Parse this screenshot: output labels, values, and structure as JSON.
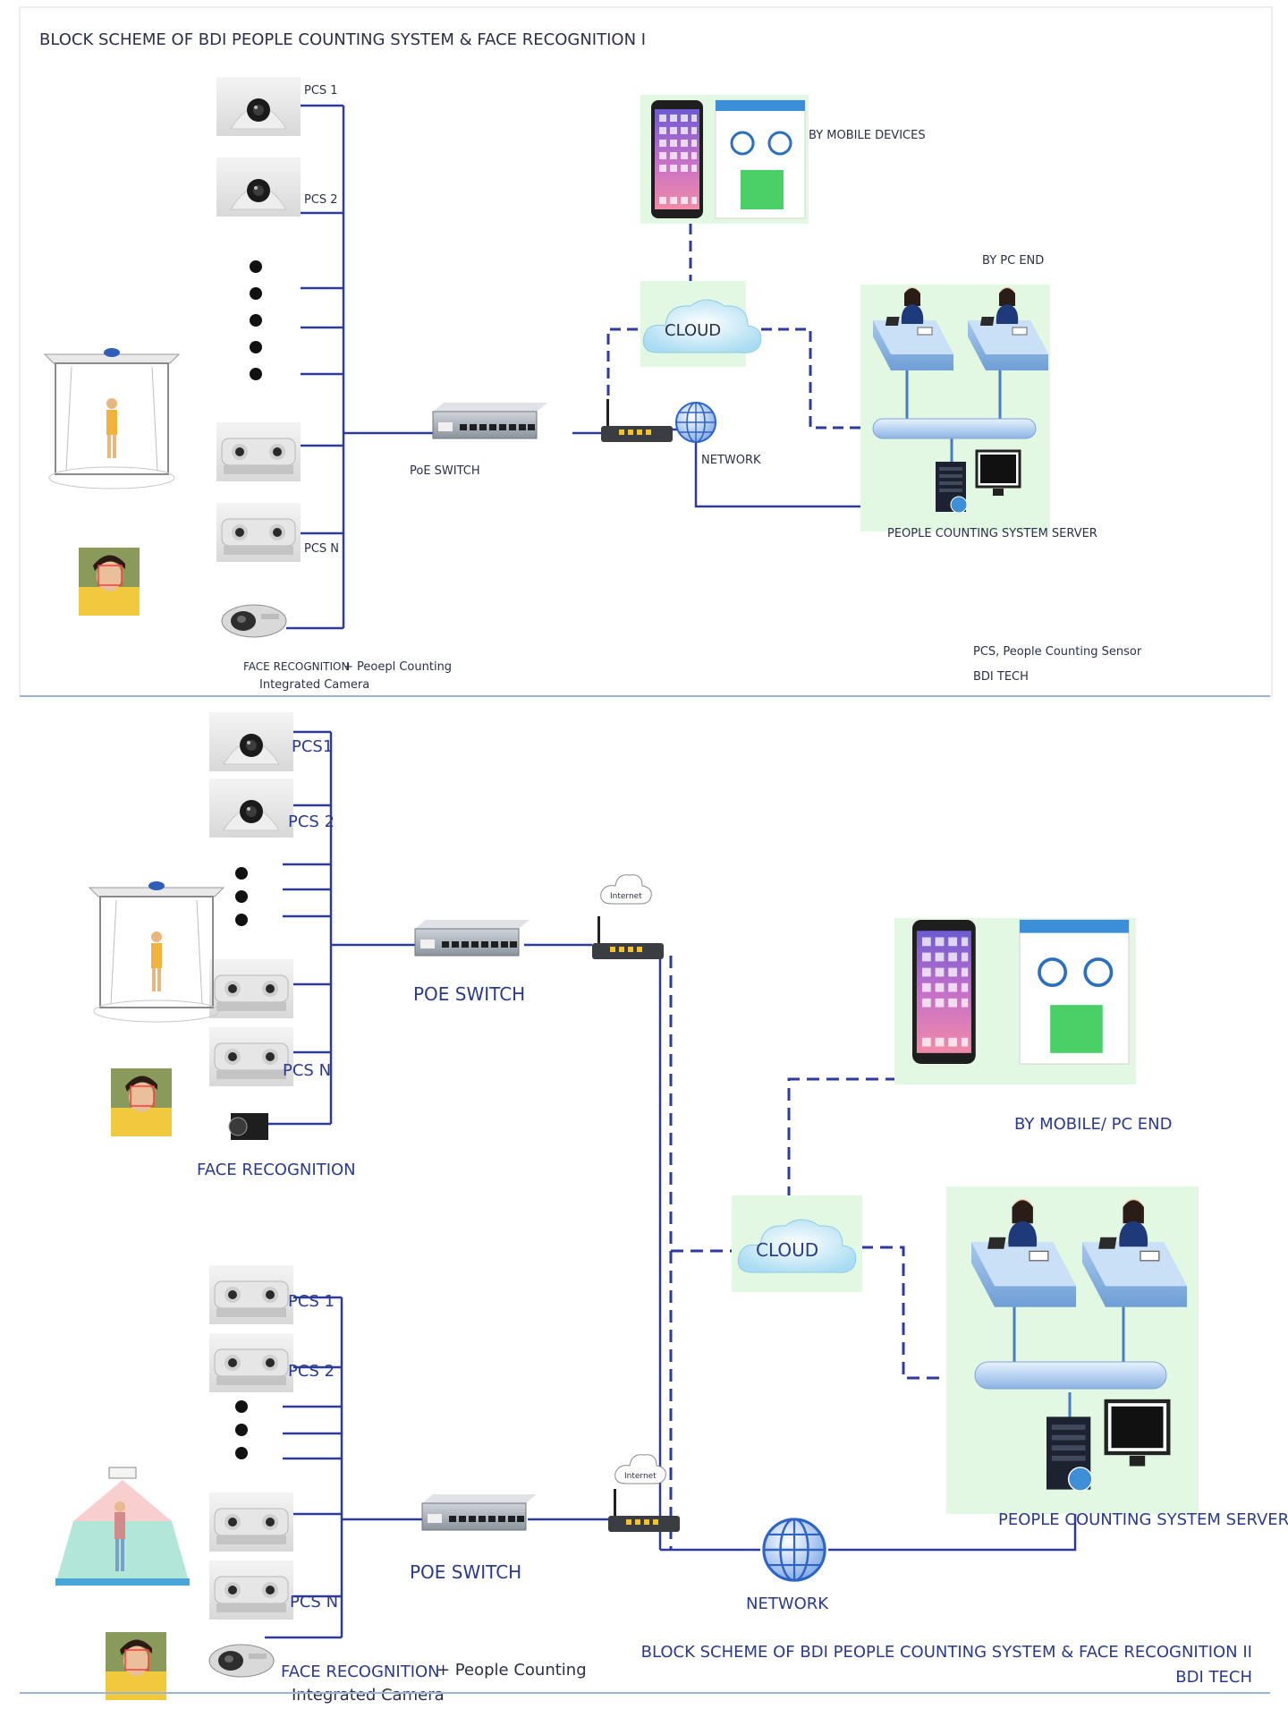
{
  "diagram1": {
    "title": "BLOCK SCHEME OF BDI PEOPLE COUNTING SYSTEM & FACE RECOGNITION I",
    "pcs_1": "PCS 1",
    "pcs_2": "PCS 2",
    "pcs_n": "PCS N",
    "poe_switch": "PoE SWITCH",
    "network": "NETWORK",
    "cloud": "CLOUD",
    "by_mobile": "BY MOBILE DEVICES",
    "by_pc": "BY PC END",
    "server": "PEOPLE COUNTING SYSTEM SERVER",
    "caption_face": "FACE RECOGNITION",
    "caption_plus": "+ Peoepl Counting",
    "caption_integrated": "Integrated Camera",
    "legend": "PCS, People Counting Sensor",
    "brand": "BDI TECH"
  },
  "diagram2": {
    "pcs1_top": "PCS1",
    "pcs2_top": "PCS 2",
    "pcsn_top": "PCS N",
    "face_recognition": "FACE RECOGNITION",
    "poe_switch_top": "POE SWITCH",
    "poe_switch_bottom": "POE SWITCH",
    "pcs1_bottom": "PCS 1",
    "pcs2_bottom": "PCS 2",
    "pcsn_bottom": "PCS N",
    "internet_top": "Internet",
    "internet_bottom": "Internet",
    "cloud": "CLOUD",
    "by_mobile_pc": "BY MOBILE/ PC END",
    "server": "PEOPLE COUNTING SYSTEM SERVER",
    "network": "NETWORK",
    "caption_face": "FACE RECOGNITION",
    "caption_plus": "+ People Counting",
    "caption_integrated": "Integrated Camera",
    "title": "BLOCK SCHEME OF BDI PEOPLE COUNTING SYSTEM & FACE RECOGNITION II",
    "brand": "BDI TECH"
  },
  "colors": {
    "line": "#2d3a9e",
    "panel": "#e3f8e3",
    "cloud": "#cdeefa",
    "text_dark": "#2b2f4a",
    "text_blue": "#2a3a8c"
  }
}
